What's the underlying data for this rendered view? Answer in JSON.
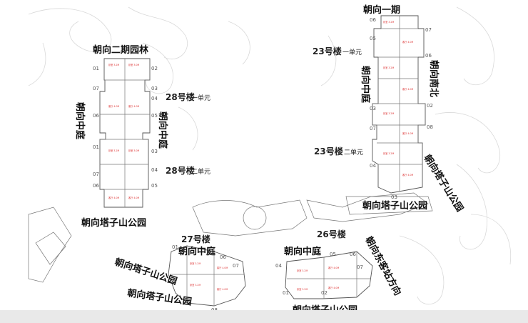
{
  "views": {
    "phase1": "朝向一期",
    "phase2_garden": "朝向二期园林",
    "courtyard": "朝向中庭",
    "south": "朝向南北",
    "tazishan_park": "朝向塔子山公园",
    "dongkezhan": "朝向东客站方向"
  },
  "buildings": {
    "b23": "23号楼",
    "b28": "28号楼",
    "b27": "27号楼",
    "b26": "26号楼",
    "unit1": "一单元",
    "unit2": "二单元"
  },
  "unit_numbers": [
    "01",
    "02",
    "03",
    "04",
    "05",
    "06",
    "07",
    "08"
  ]
}
